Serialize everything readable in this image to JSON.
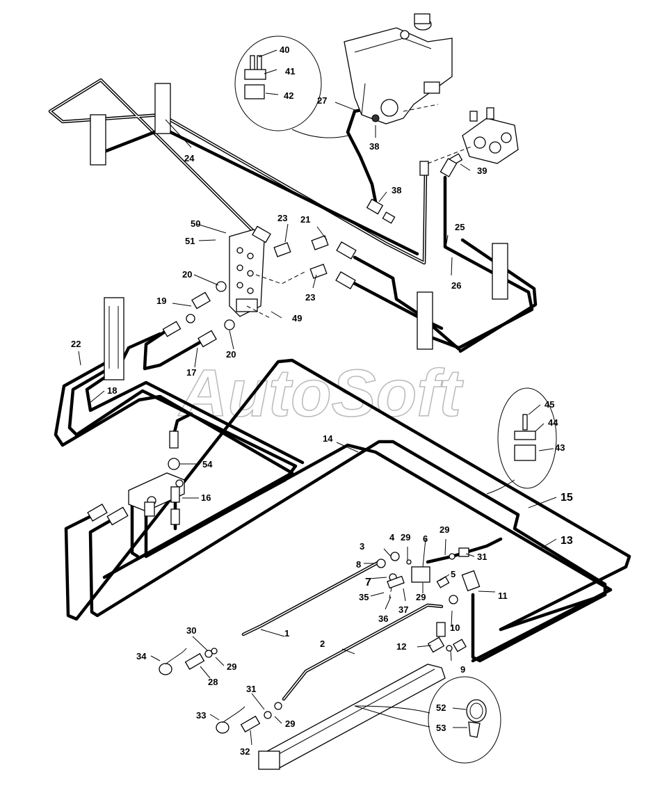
{
  "watermark": "AutoSoft",
  "callouts": [
    {
      "n": "1"
    },
    {
      "n": "2"
    },
    {
      "n": "3"
    },
    {
      "n": "4"
    },
    {
      "n": "5"
    },
    {
      "n": "6"
    },
    {
      "n": "7"
    },
    {
      "n": "8"
    },
    {
      "n": "9"
    },
    {
      "n": "10"
    },
    {
      "n": "11"
    },
    {
      "n": "12"
    },
    {
      "n": "13"
    },
    {
      "n": "14"
    },
    {
      "n": "15"
    },
    {
      "n": "16"
    },
    {
      "n": "17"
    },
    {
      "n": "18"
    },
    {
      "n": "19"
    },
    {
      "n": "20"
    },
    {
      "n": "20"
    },
    {
      "n": "21"
    },
    {
      "n": "22"
    },
    {
      "n": "23"
    },
    {
      "n": "23"
    },
    {
      "n": "24"
    },
    {
      "n": "25"
    },
    {
      "n": "26"
    },
    {
      "n": "27"
    },
    {
      "n": "28"
    },
    {
      "n": "29"
    },
    {
      "n": "29"
    },
    {
      "n": "29"
    },
    {
      "n": "29"
    },
    {
      "n": "29"
    },
    {
      "n": "30"
    },
    {
      "n": "31"
    },
    {
      "n": "31"
    },
    {
      "n": "32"
    },
    {
      "n": "33"
    },
    {
      "n": "34"
    },
    {
      "n": "35"
    },
    {
      "n": "36"
    },
    {
      "n": "37"
    },
    {
      "n": "38"
    },
    {
      "n": "38"
    },
    {
      "n": "39"
    },
    {
      "n": "40"
    },
    {
      "n": "41"
    },
    {
      "n": "42"
    },
    {
      "n": "43"
    },
    {
      "n": "44"
    },
    {
      "n": "45"
    },
    {
      "n": "49"
    },
    {
      "n": "50"
    },
    {
      "n": "51"
    },
    {
      "n": "52"
    },
    {
      "n": "53"
    },
    {
      "n": "54"
    }
  ]
}
